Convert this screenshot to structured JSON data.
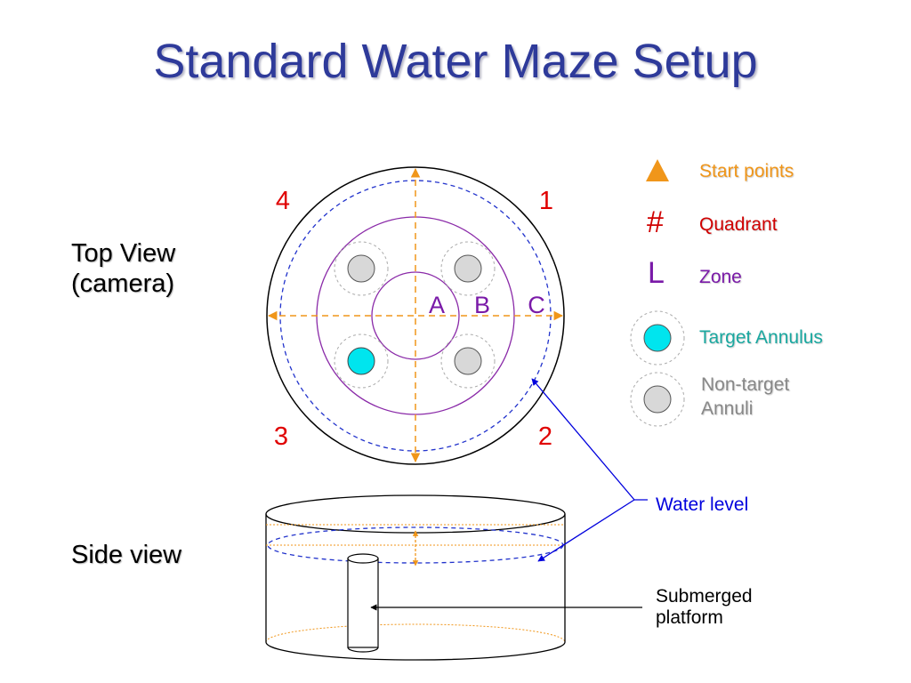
{
  "title": "Standard Water Maze Setup",
  "views": {
    "top_view_line1": "Top View",
    "top_view_line2": "(camera)",
    "side_view": "Side view"
  },
  "quadrants": {
    "q1": "1",
    "q2": "2",
    "q3": "3",
    "q4": "4"
  },
  "zones": {
    "a": "A",
    "b": "B",
    "c": "C"
  },
  "legend": {
    "start_points": "Start points",
    "quadrant_symbol": "#",
    "quadrant": "Quadrant",
    "zone_symbol": "L",
    "zone": "Zone",
    "target_annulus": "Target Annulus",
    "non_target_line1": "Non-target",
    "non_target_line2": "Annuli"
  },
  "callouts": {
    "water_level": "Water level",
    "platform_line1": "Submerged",
    "platform_line2": "platform"
  },
  "colors": {
    "title": "#2e3a9a",
    "quadrant_number": "#e00000",
    "zone_letter": "#7a1aa8",
    "start_points": "#f0961a",
    "quadrant_legend": "#d00000",
    "zone_legend": "#7a1aa8",
    "target": "#00e5ee",
    "target_text": "#1aa8a0",
    "non_target": "#d8d8d8",
    "non_target_text": "#888888",
    "water_level": "#0000dd"
  }
}
